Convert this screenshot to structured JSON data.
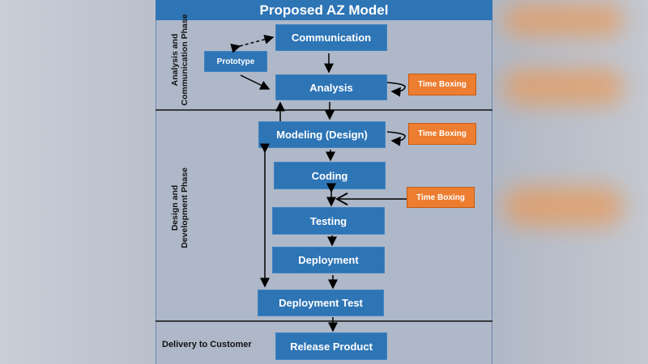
{
  "title": "Proposed AZ Model",
  "phases": {
    "analysis": "Analysis and Communication Phase",
    "design": "Design and Development Phase",
    "delivery": "Delivery to Customer"
  },
  "boxes": {
    "communication": "Communication",
    "prototype": "Prototype",
    "analysis": "Analysis",
    "modeling": "Modeling (Design)",
    "coding": "Coding",
    "testing": "Testing",
    "deployment": "Deployment",
    "deployment_test": "Deployment Test",
    "release": "Release Product"
  },
  "time_boxing": [
    "Time Boxing",
    "Time Boxing",
    "Time Boxing"
  ],
  "colors": {
    "process": "#2e75b6",
    "time_boxing": "#ed7d31",
    "panel": "#aeb8c8"
  }
}
